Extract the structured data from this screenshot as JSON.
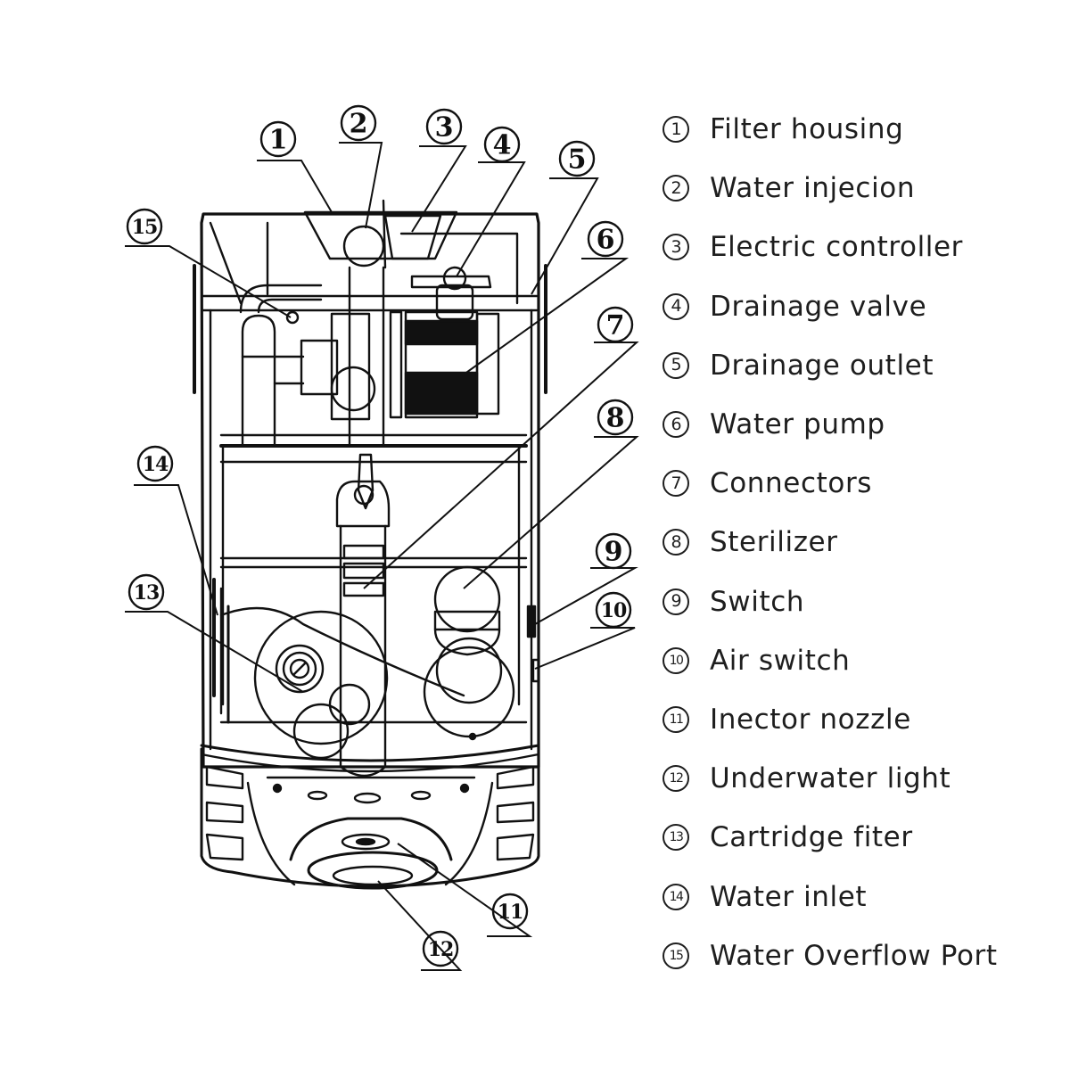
{
  "diagram": {
    "title": "Pool filtration unit – component diagram",
    "callouts": [
      "1",
      "2",
      "3",
      "4",
      "5",
      "6",
      "7",
      "8",
      "9",
      "10",
      "11",
      "12",
      "13",
      "14",
      "15"
    ]
  },
  "legend": {
    "items": [
      {
        "num": "1",
        "label": "Filter housing"
      },
      {
        "num": "2",
        "label": "Water injecion"
      },
      {
        "num": "3",
        "label": "Electric controller"
      },
      {
        "num": "4",
        "label": "Drainage valve"
      },
      {
        "num": "5",
        "label": "Drainage outlet"
      },
      {
        "num": "6",
        "label": "Water pump"
      },
      {
        "num": "7",
        "label": "Connectors"
      },
      {
        "num": "8",
        "label": "Sterilizer"
      },
      {
        "num": "9",
        "label": "Switch"
      },
      {
        "num": "10",
        "label": "Air switch"
      },
      {
        "num": "11",
        "label": "Inector nozzle"
      },
      {
        "num": "12",
        "label": "Underwater light"
      },
      {
        "num": "13",
        "label": "Cartridge fiter"
      },
      {
        "num": "14",
        "label": "Water inlet"
      },
      {
        "num": "15",
        "label": "Water Overflow Port"
      }
    ]
  }
}
